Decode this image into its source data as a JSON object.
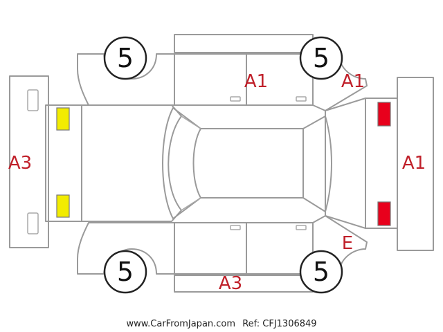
{
  "colors": {
    "outline": "#9a9a9a",
    "code_text": "#c0202a",
    "rear_lamp": "#e8001c",
    "front_lamp": "#f2ec00",
    "tyre_text": "#111111"
  },
  "tyres": {
    "front_left": "5",
    "rear_left": "5",
    "front_right": "5",
    "rear_right": "5"
  },
  "damage_codes": {
    "front_bumper": "A3",
    "left_rear_door": "A1",
    "right_rear_quarter": "A1",
    "rear_bumper": "A1",
    "right_rear_wheel_arch": "E",
    "right_rocker": "A3"
  },
  "footer": {
    "website": "www.CarFromJapan.com",
    "ref": "Ref: CFJ1306849"
  }
}
